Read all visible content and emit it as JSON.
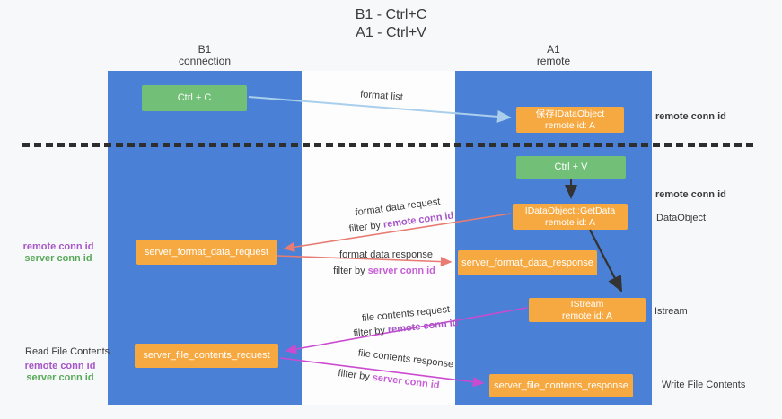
{
  "title": {
    "line1": "B1 - Ctrl+C",
    "line2": "A1 - Ctrl+V"
  },
  "columns": {
    "left": {
      "header_line1": "B1",
      "header_line2": "connection"
    },
    "right": {
      "header_line1": "A1",
      "header_line2": "remote"
    }
  },
  "nodes": {
    "ctrl_c": "Ctrl + C",
    "ctrl_v": "Ctrl + V",
    "save_idataobject": {
      "line1": "保存IDataObject",
      "line2": "remote id: A"
    },
    "getdata": {
      "line1": "IDataObject::GetData",
      "line2": "remote id: A"
    },
    "istream": {
      "line1": "IStream",
      "line2": "remote id: A"
    },
    "format_request": "server_format_data_request",
    "format_response": "server_format_data_response",
    "file_request": "server_file_contents_request",
    "file_response": "server_file_contents_response"
  },
  "edge_labels": {
    "format_list": "format list",
    "format_data_request": "format data request",
    "format_data_response": "format data response",
    "file_contents_request": "file contents request",
    "file_contents_response": "file contents response",
    "filter_by": "filter by",
    "remote_conn_id": "remote conn id",
    "server_conn_id": "server conn id"
  },
  "side_labels": {
    "right_remote_conn_id_top": "remote conn id",
    "right_remote_conn_id_mid": "remote conn id",
    "right_dataobject": "DataObject",
    "right_istream": "Istream",
    "right_write_file_contents": "Write File Contents",
    "left_remote_conn_id_1": "remote conn id",
    "left_server_conn_id_1": "server conn id",
    "left_read_file_contents": "Read File Contents",
    "left_remote_conn_id_2": "remote conn id",
    "left_server_conn_id_2": "server conn id"
  },
  "colors": {
    "column_blue": "#4a80d6",
    "box_green": "#72c077",
    "box_orange": "#f7a941",
    "arrow_light_blue": "#a9cfec",
    "arrow_black": "#333333",
    "arrow_salmon": "#e87c72",
    "arrow_magenta": "#cb4bd0",
    "text_purple": "#a855c8",
    "text_orchid": "#c75fd6",
    "text_green": "#57a957",
    "dash_color": "#2e2e2e",
    "background": "#f7f8fa"
  }
}
